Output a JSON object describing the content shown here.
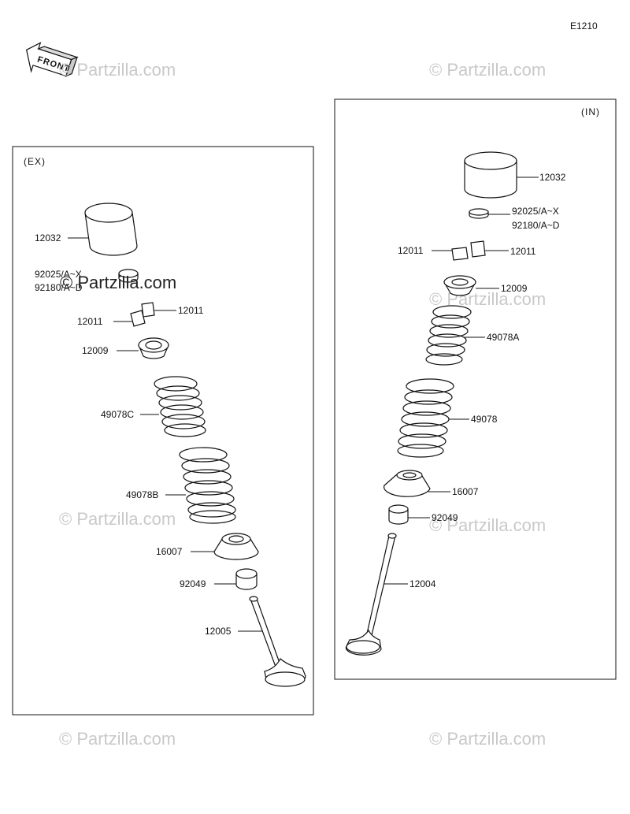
{
  "diagram_code": "E1210",
  "front_label": "FRONT",
  "watermark": "© Partzilla.com",
  "exhaust": {
    "header": "(EX)",
    "labels": {
      "tappet": "12032",
      "shim_line1": "92025/A~X",
      "shim_line2": "92180/A~D",
      "cotter_left": "12011",
      "cotter_right": "12011",
      "retainer": "12009",
      "spring_inner": "49078C",
      "spring_outer": "49078B",
      "spring_seat": "16007",
      "stem_seal": "92049",
      "valve": "12005"
    }
  },
  "intake": {
    "header": "(IN)",
    "labels": {
      "tappet": "12032",
      "shim_line1": "92025/A~X",
      "shim_line2": "92180/A~D",
      "cotter_left": "12011",
      "cotter_right": "12011",
      "retainer": "12009",
      "spring_inner": "49078A",
      "spring_outer": "49078",
      "spring_seat": "16007",
      "stem_seal": "92049",
      "valve": "12004"
    }
  }
}
